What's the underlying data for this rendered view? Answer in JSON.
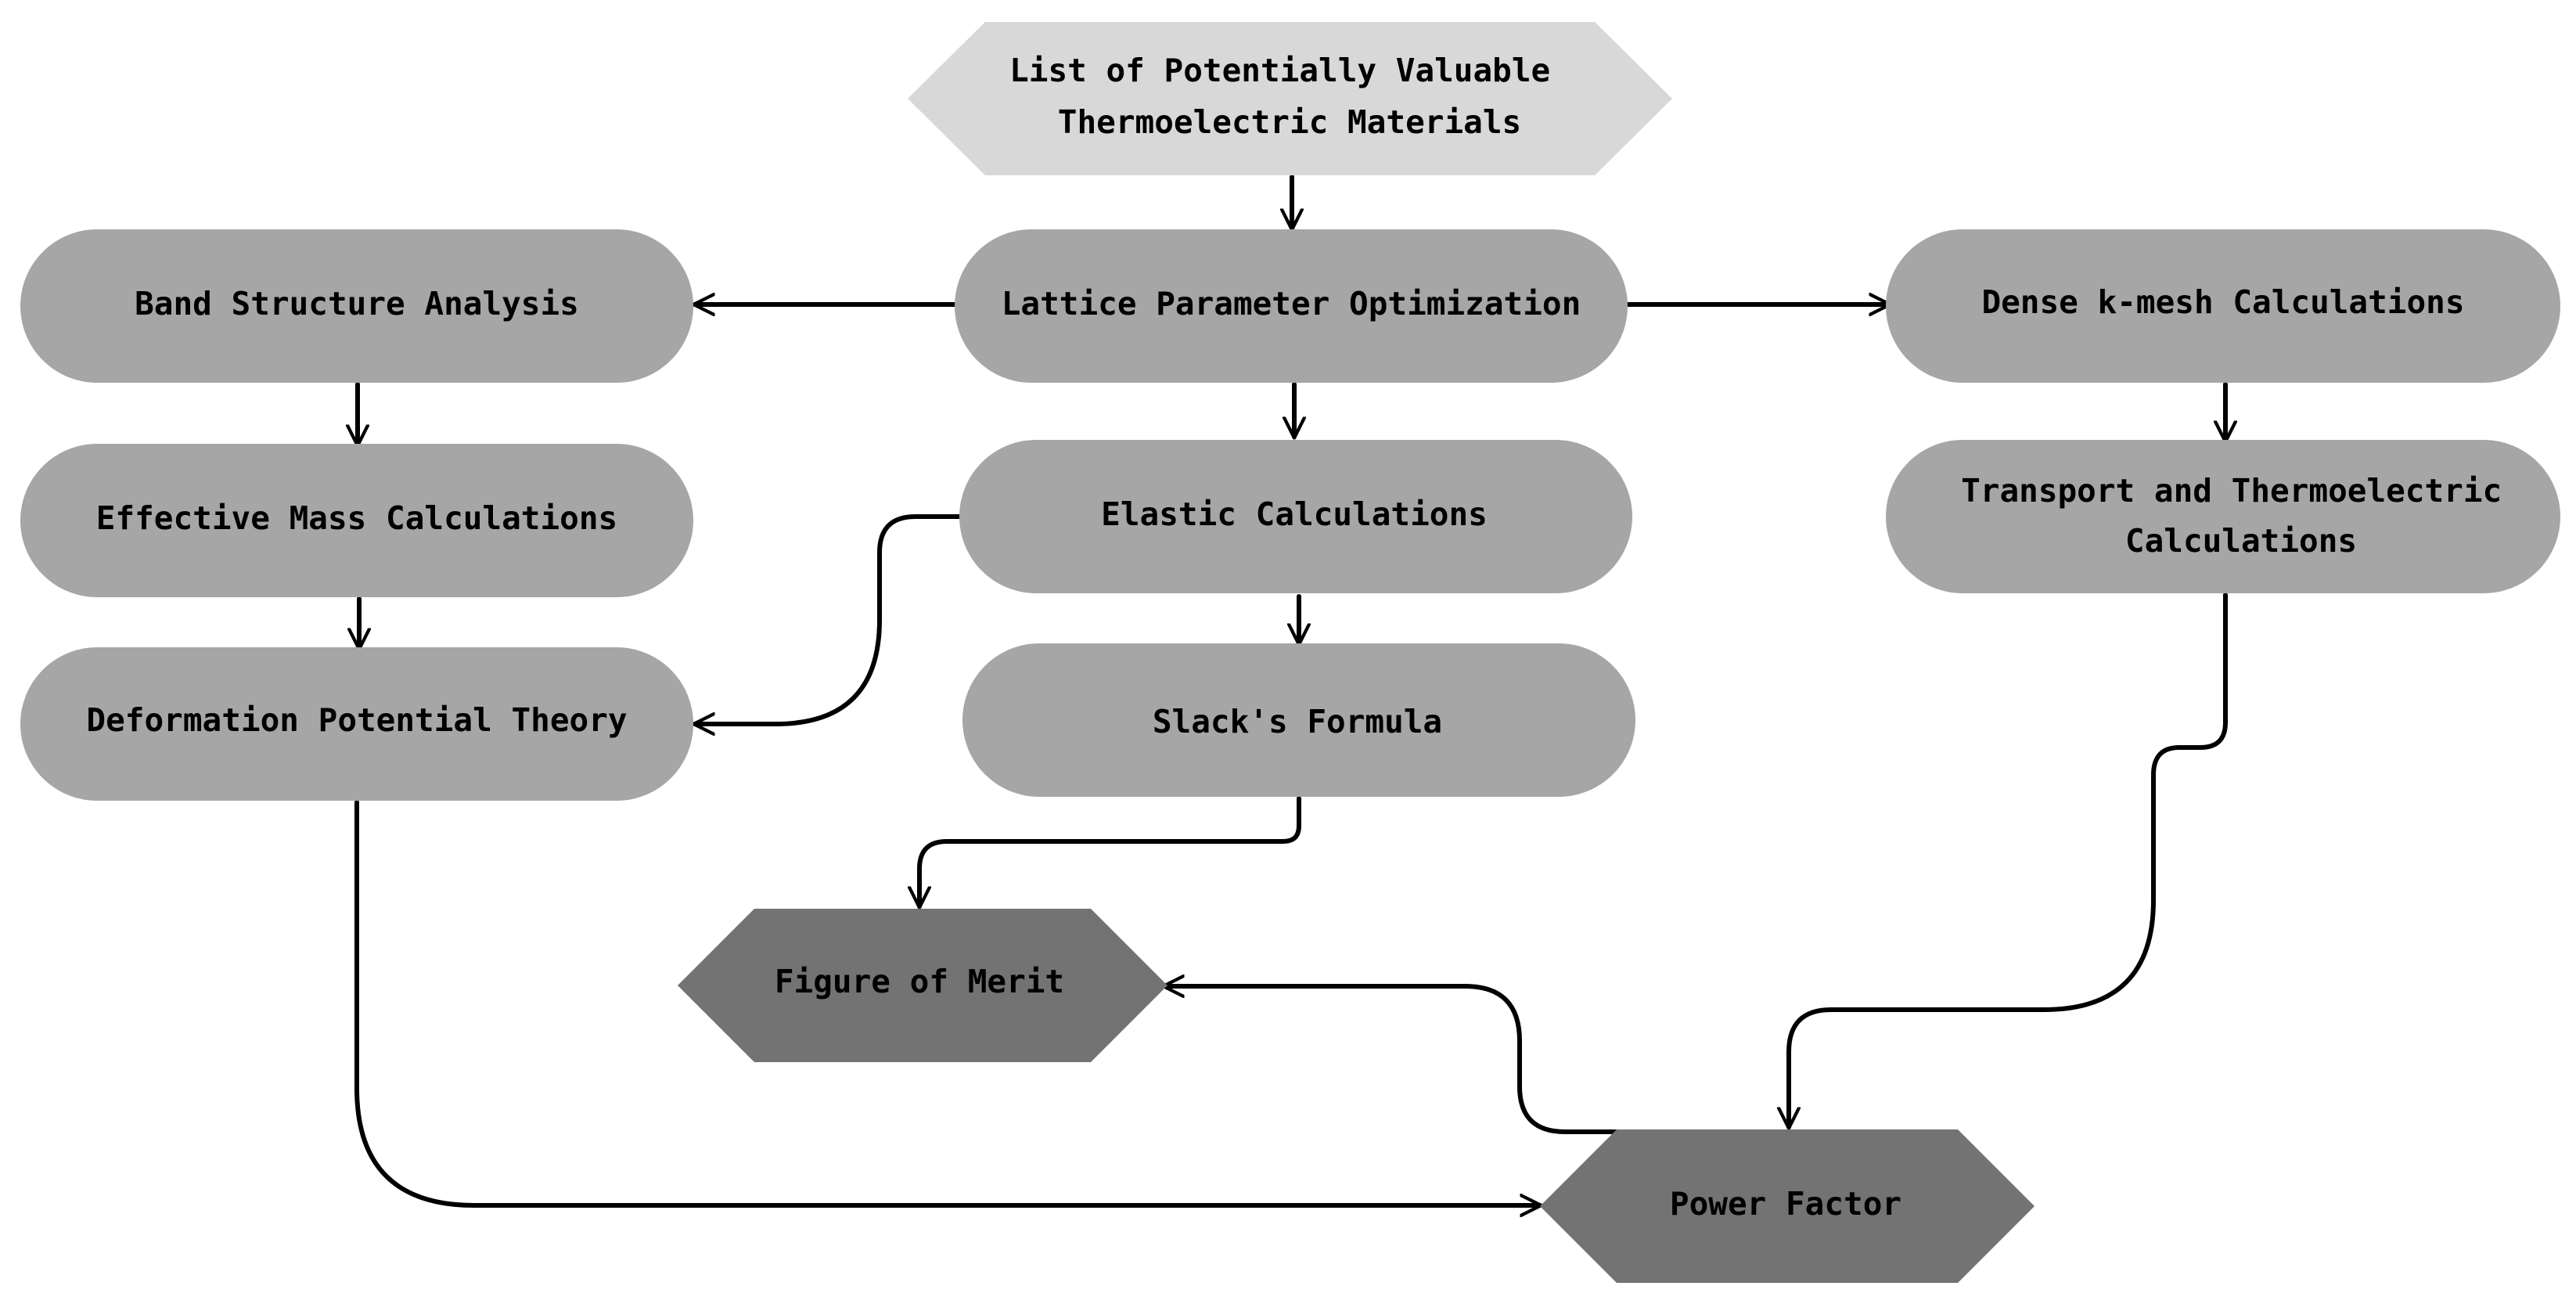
{
  "colors": {
    "start_fill": "#d8d8d8",
    "process_fill": "#a6a6a6",
    "output_fill": "#737373",
    "line": "#000000",
    "text": "#000000"
  },
  "nodes": {
    "list_materials": {
      "shape": "hexagon",
      "lines": [
        "List of Potentially Valuable",
        "Thermoelectric Materials"
      ]
    },
    "band_structure": {
      "shape": "stadium",
      "lines": [
        "Band Structure Analysis"
      ]
    },
    "lattice_parameter": {
      "shape": "stadium",
      "lines": [
        "Lattice Parameter Optimization"
      ]
    },
    "dense_kmesh": {
      "shape": "stadium",
      "lines": [
        "Dense k-mesh Calculations"
      ]
    },
    "effective_mass": {
      "shape": "stadium",
      "lines": [
        "Effective Mass Calculations"
      ]
    },
    "elastic": {
      "shape": "stadium",
      "lines": [
        "Elastic Calculations"
      ]
    },
    "transport": {
      "shape": "stadium",
      "lines": [
        "Transport and Thermoelectric",
        "Calculations"
      ]
    },
    "deformation": {
      "shape": "stadium",
      "lines": [
        "Deformation Potential Theory"
      ]
    },
    "slack": {
      "shape": "stadium",
      "lines": [
        "Slack's Formula"
      ]
    },
    "figure_of_merit": {
      "shape": "hexagon",
      "lines": [
        "Figure of Merit"
      ]
    },
    "power_factor": {
      "shape": "hexagon",
      "lines": [
        "Power Factor"
      ]
    }
  },
  "edges": [
    {
      "from": "list_materials",
      "to": "lattice_parameter"
    },
    {
      "from": "lattice_parameter",
      "to": "band_structure"
    },
    {
      "from": "lattice_parameter",
      "to": "dense_kmesh"
    },
    {
      "from": "lattice_parameter",
      "to": "elastic"
    },
    {
      "from": "band_structure",
      "to": "effective_mass"
    },
    {
      "from": "dense_kmesh",
      "to": "transport"
    },
    {
      "from": "effective_mass",
      "to": "deformation"
    },
    {
      "from": "elastic",
      "to": "deformation"
    },
    {
      "from": "elastic",
      "to": "slack"
    },
    {
      "from": "slack",
      "to": "figure_of_merit"
    },
    {
      "from": "deformation",
      "to": "power_factor"
    },
    {
      "from": "transport",
      "to": "power_factor"
    },
    {
      "from": "power_factor",
      "to": "figure_of_merit"
    }
  ]
}
